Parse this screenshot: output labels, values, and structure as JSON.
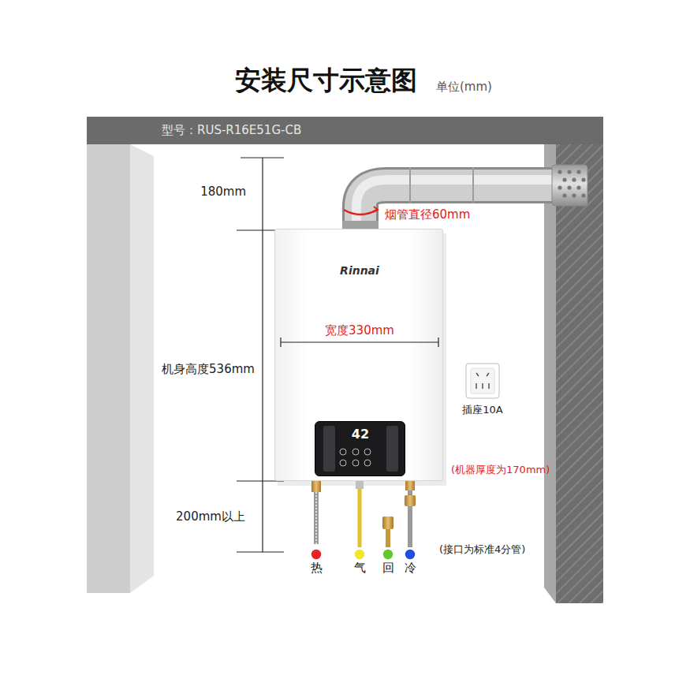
{
  "diagram": {
    "title": "安装尺寸示意图",
    "nodes": [
      {
        "text": [
          "Rinnai",
          "宽度330mm"
        ]
      },
      {
        "text": [
          "42"
        ],
        "in": 0
      }
    ],
    "labels": [
      "单位(mm)",
      "型号：RUS-R16E51G-CB",
      "180mm",
      "烟管直径60mm",
      "机身高度536mm",
      "插座10A",
      "(机器厚度为170mm)",
      "200mm以上",
      "(接口为标准4分管)",
      "热",
      "气",
      "回",
      "冷"
    ]
  }
}
